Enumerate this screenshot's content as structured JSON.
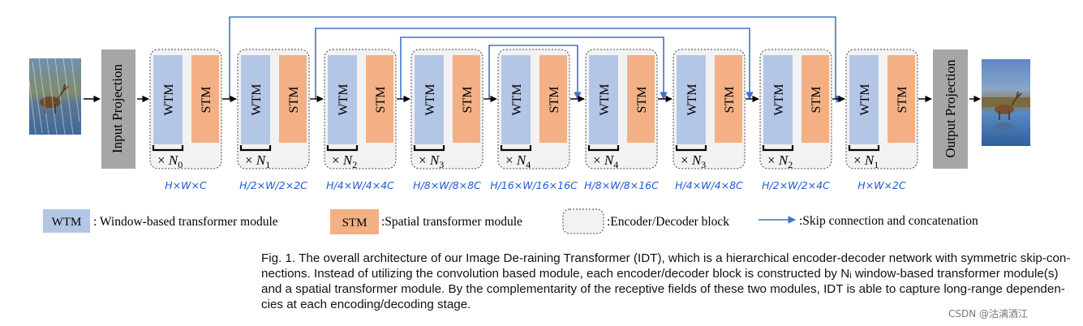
{
  "colors": {
    "wtm_fill": "#b4c6e6",
    "stm_fill": "#f3b084",
    "projection_fill": "#a6a6a6",
    "block_fill": "#f2f2f2",
    "skip_arrow": "#4472c4",
    "dimension_text": "#1f5bd6"
  },
  "input_projection_label": "Input Projection",
  "output_projection_label": "Output Projection",
  "blocks": [
    {
      "wtm": "WTM",
      "stm": "STM",
      "repeat_prefix": "×",
      "repeat_var": "N",
      "repeat_sub": "0",
      "dim": "H×W×C"
    },
    {
      "wtm": "WTM",
      "stm": "STM",
      "repeat_prefix": "×",
      "repeat_var": "N",
      "repeat_sub": "1",
      "dim": "H/2×W/2×2C"
    },
    {
      "wtm": "WTM",
      "stm": "STM",
      "repeat_prefix": "×",
      "repeat_var": "N",
      "repeat_sub": "2",
      "dim": "H/4×W/4×4C"
    },
    {
      "wtm": "WTM",
      "stm": "STM",
      "repeat_prefix": "×",
      "repeat_var": "N",
      "repeat_sub": "3",
      "dim": "H/8×W/8×8C"
    },
    {
      "wtm": "WTM",
      "stm": "STM",
      "repeat_prefix": "×",
      "repeat_var": "N",
      "repeat_sub": "4",
      "dim": "H/16×W/16×16C"
    },
    {
      "wtm": "WTM",
      "stm": "STM",
      "repeat_prefix": "×",
      "repeat_var": "N",
      "repeat_sub": "4",
      "dim": "H/8×W/8×16C"
    },
    {
      "wtm": "WTM",
      "stm": "STM",
      "repeat_prefix": "×",
      "repeat_var": "N",
      "repeat_sub": "3",
      "dim": "H/4×W/4×8C"
    },
    {
      "wtm": "WTM",
      "stm": "STM",
      "repeat_prefix": "×",
      "repeat_var": "N",
      "repeat_sub": "2",
      "dim": "H/2×W/2×4C"
    },
    {
      "wtm": "WTM",
      "stm": "STM",
      "repeat_prefix": "×",
      "repeat_var": "N",
      "repeat_sub": "1",
      "dim": "H×W×2C"
    }
  ],
  "legend": {
    "wtm_box": "WTM",
    "wtm_text": ": Window-based transformer module",
    "stm_box": "STM",
    "stm_text": ":Spatial transformer module",
    "block_text": ":Encoder/Decoder block",
    "skip_text": ":Skip connection and concatenation"
  },
  "caption_lines": [
    "Fig. 1. The overall architecture of our Image De-raining Transformer (IDT), which is a hierarchical encoder-decoder network with symmetric skip-con-",
    "nections. Instead of utilizing the convolution based module, each encoder/decoder block is constructed by Nᵢ window-based transformer module(s)",
    "and a spatial transformer module. By the complementarity of the receptive fields of these two modules, IDT is able to capture long-range dependen-",
    "cies at each encoding/decoding stage."
  ],
  "watermark": "CSDN @沽漓酒江"
}
